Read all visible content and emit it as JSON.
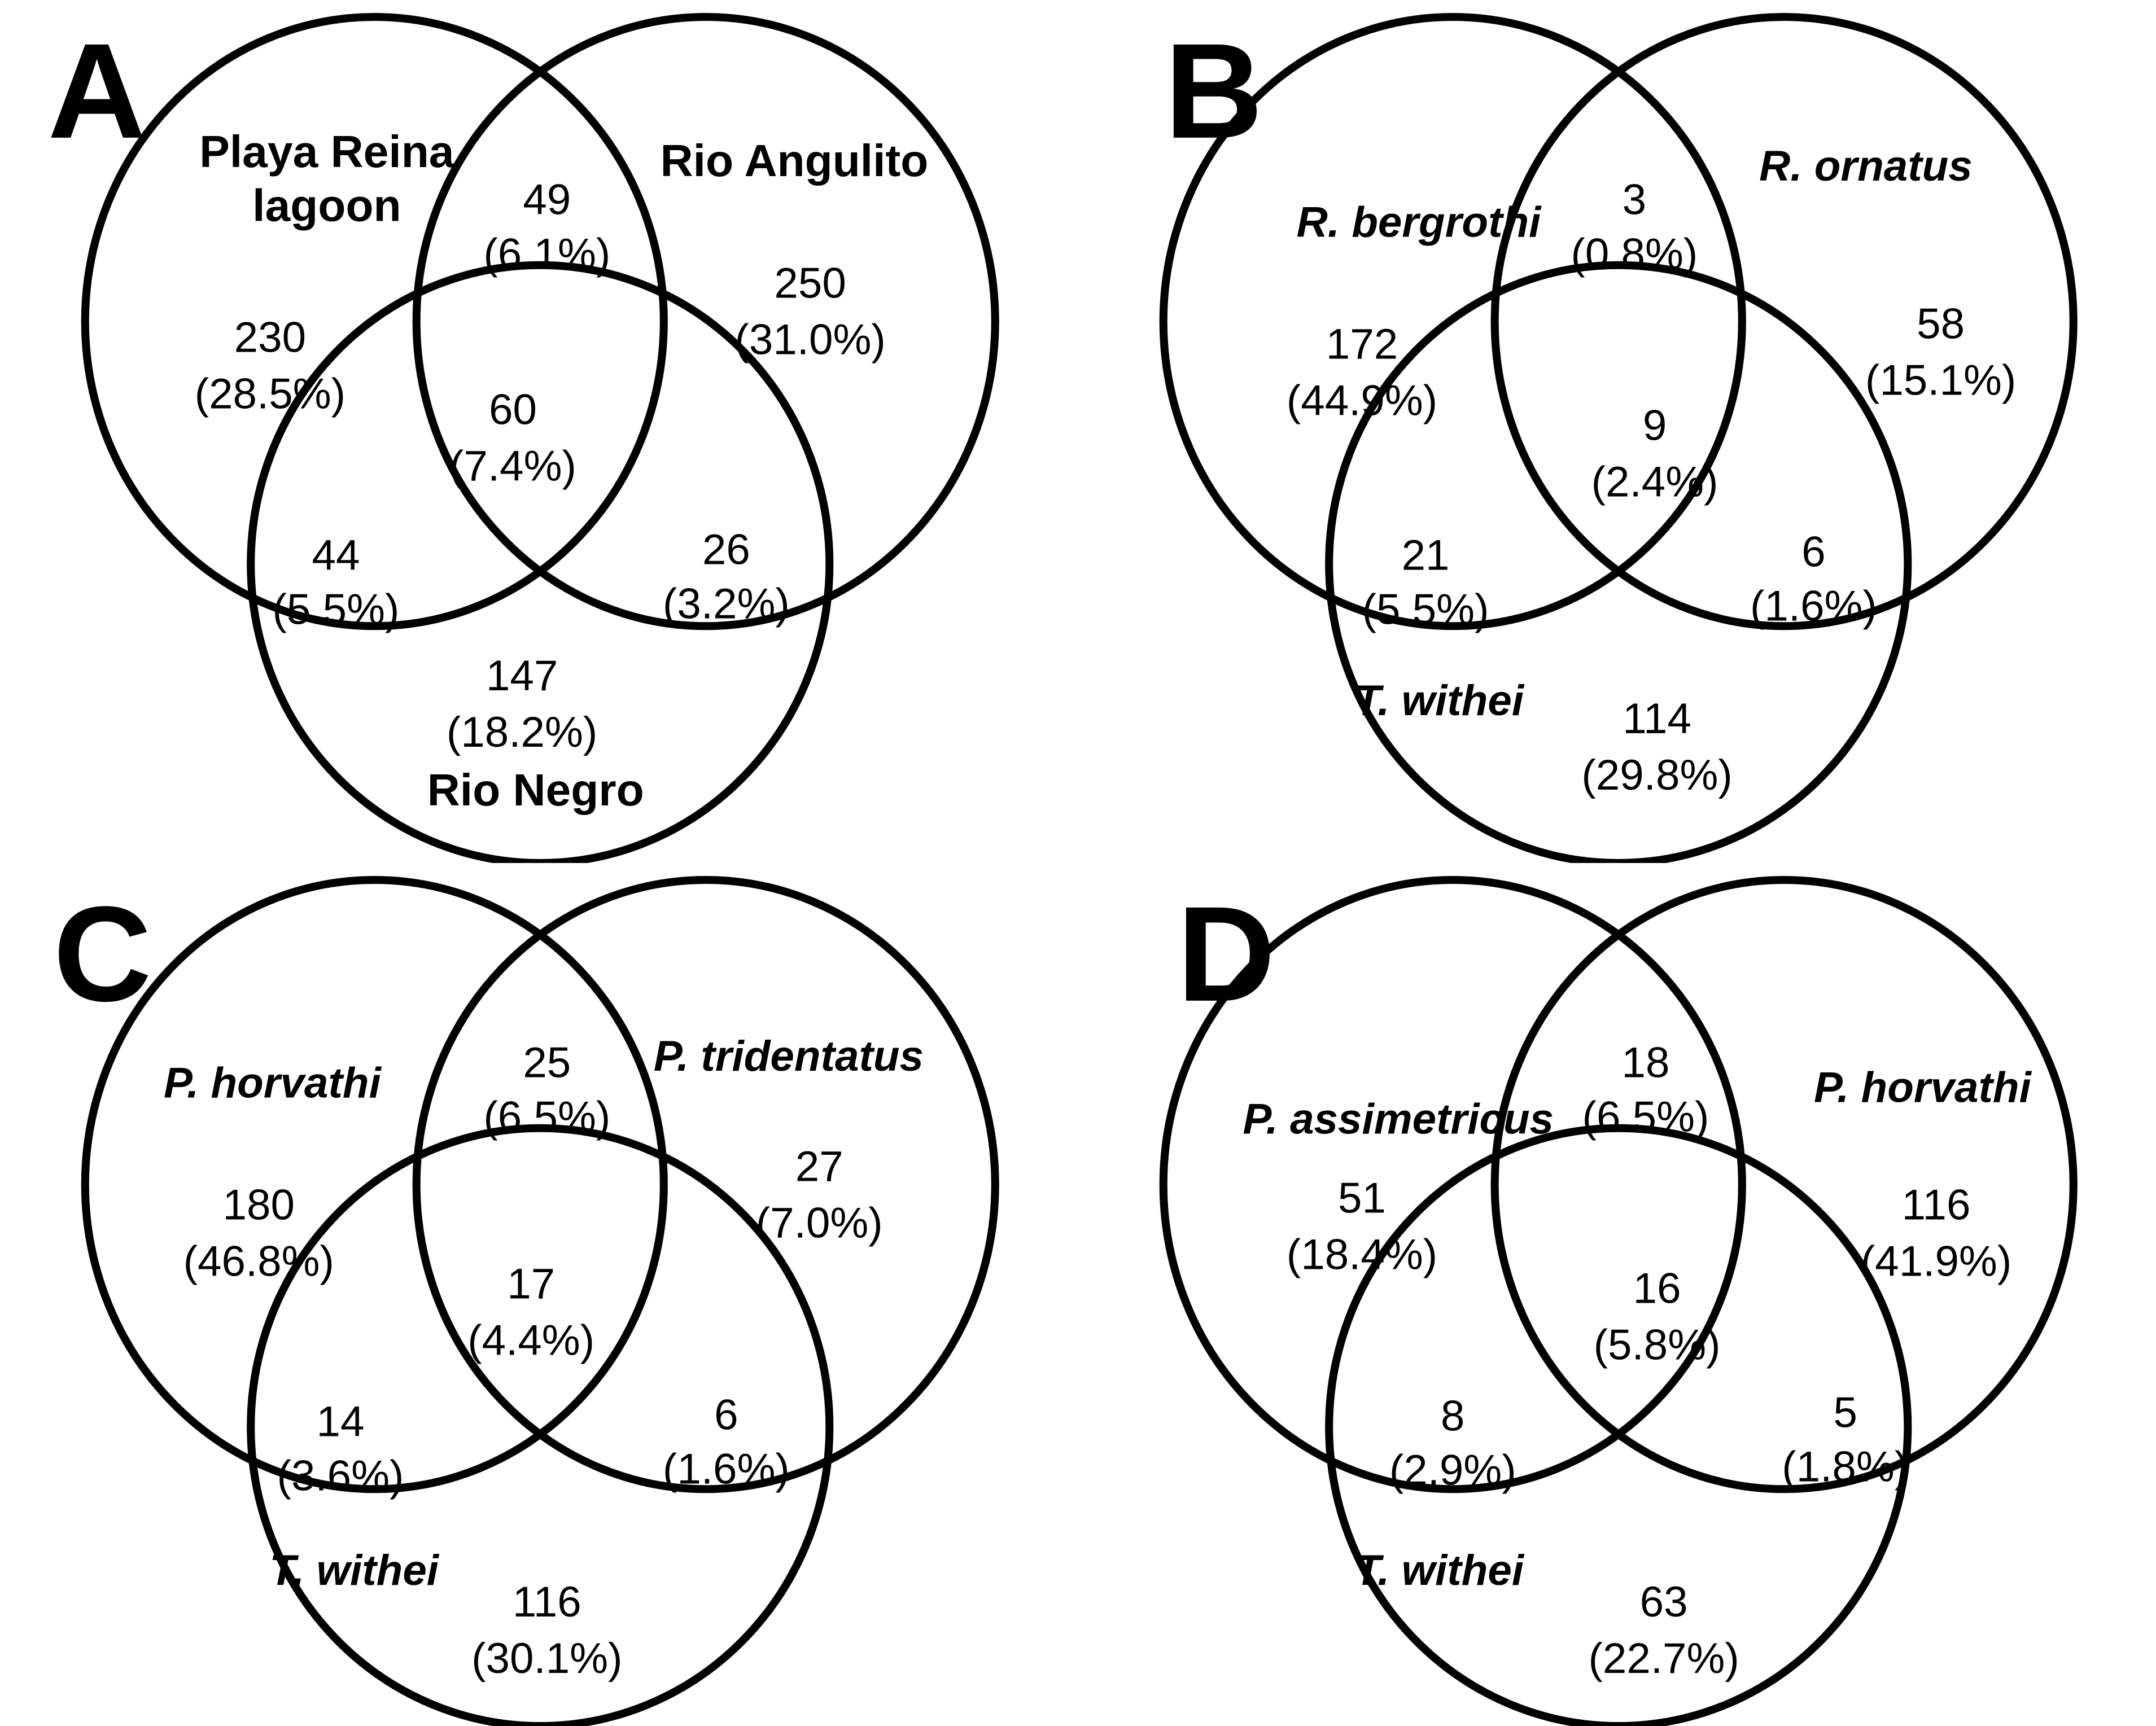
{
  "colors": {
    "stroke": "#000000",
    "background": "#ffffff",
    "text": "#000000"
  },
  "panels": [
    {
      "letter": "A",
      "sets": {
        "set1": {
          "line1": "Playa Reina",
          "line2": "lagoon"
        },
        "set2": {
          "label": "Rio Angulito"
        },
        "set3": {
          "label": "Rio Negro"
        }
      },
      "regions": {
        "only1": {
          "count": "230",
          "percent": "(28.5%)"
        },
        "intersect12": {
          "count": "49",
          "percent": "(6.1%)"
        },
        "only2": {
          "count": "250",
          "percent": "(31.0%)"
        },
        "intersect123": {
          "count": "60",
          "percent": "(7.4%)"
        },
        "intersect13": {
          "count": "44",
          "percent": "(5.5%)"
        },
        "intersect23": {
          "count": "26",
          "percent": "(3.2%)"
        },
        "only3": {
          "count": "147",
          "percent": "(18.2%)"
        }
      }
    },
    {
      "letter": "B",
      "sets": {
        "set1": {
          "label": "R. bergrothi"
        },
        "set2": {
          "label": "R. ornatus"
        },
        "set3": {
          "label": "T. withei"
        }
      },
      "regions": {
        "only1": {
          "count": "172",
          "percent": "(44.9%)"
        },
        "intersect12": {
          "count": "3",
          "percent": "(0.8%)"
        },
        "only2": {
          "count": "58",
          "percent": "(15.1%)"
        },
        "intersect123": {
          "count": "9",
          "percent": "(2.4%)"
        },
        "intersect13": {
          "count": "21",
          "percent": "(5.5%)"
        },
        "intersect23": {
          "count": "6",
          "percent": "(1.6%)"
        },
        "only3": {
          "count": "114",
          "percent": "(29.8%)"
        }
      }
    },
    {
      "letter": "C",
      "sets": {
        "set1": {
          "label": "P. horvathi"
        },
        "set2": {
          "label": "P. tridentatus"
        },
        "set3": {
          "label": "T. withei"
        }
      },
      "regions": {
        "only1": {
          "count": "180",
          "percent": "(46.8%)"
        },
        "intersect12": {
          "count": "25",
          "percent": "(6.5%)"
        },
        "only2": {
          "count": "27",
          "percent": "(7.0%)"
        },
        "intersect123": {
          "count": "17",
          "percent": "(4.4%)"
        },
        "intersect13": {
          "count": "14",
          "percent": "(3.6%)"
        },
        "intersect23": {
          "count": "6",
          "percent": "(1.6%)"
        },
        "only3": {
          "count": "116",
          "percent": "(30.1%)"
        }
      }
    },
    {
      "letter": "D",
      "sets": {
        "set1": {
          "label": "P. assimetricus"
        },
        "set2": {
          "label": "P. horvathi"
        },
        "set3": {
          "label": "T. withei"
        }
      },
      "regions": {
        "only1": {
          "count": "51",
          "percent": "(18.4%)"
        },
        "intersect12": {
          "count": "18",
          "percent": "(6.5%)"
        },
        "only2": {
          "count": "116",
          "percent": "(41.9%)"
        },
        "intersect123": {
          "count": "16",
          "percent": "(5.8%)"
        },
        "intersect13": {
          "count": "8",
          "percent": "(2.9%)"
        },
        "intersect23": {
          "count": "5",
          "percent": "(1.8%)"
        },
        "only3": {
          "count": "63",
          "percent": "(22.7%)"
        }
      }
    }
  ]
}
